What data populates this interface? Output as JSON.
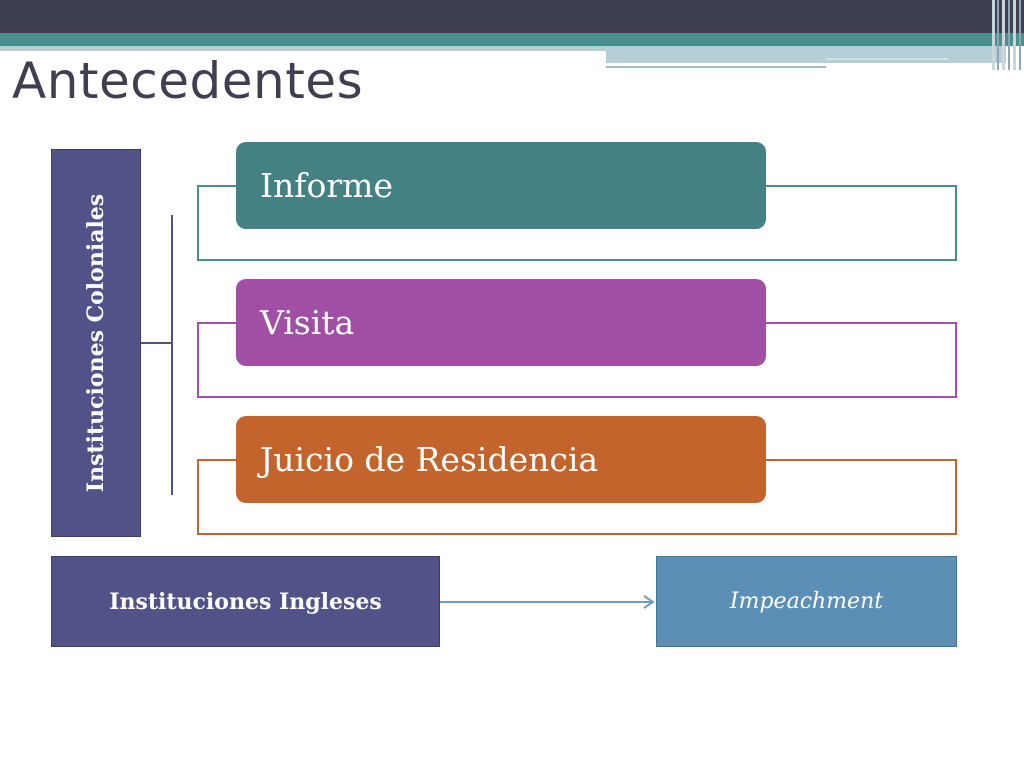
{
  "slide": {
    "title": "Antecedentes"
  },
  "diagram": {
    "group_label": "Instituciones Coloniales",
    "items": [
      {
        "label": "Informe",
        "color": "#438183"
      },
      {
        "label": "Visita",
        "color": "#a04fa5"
      },
      {
        "label": "Juicio de Residencia",
        "color": "#c3642c"
      }
    ],
    "source_label": "Instituciones Ingleses",
    "target_label": "Impeachment"
  },
  "colors": {
    "header_dark": "#3f3f52",
    "header_teal": "#4a8f8f",
    "group_fill": "#515287",
    "target_fill": "#5b8fb5"
  }
}
